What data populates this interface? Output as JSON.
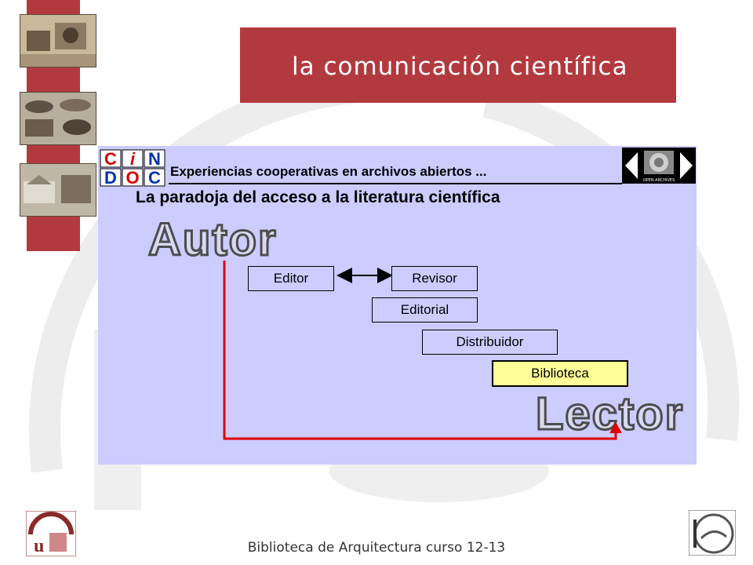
{
  "title": "la comunicación científica",
  "slide": {
    "header": "Experiencias cooperativas en archivos abiertos ...",
    "heading": "La paradoja del acceso a  la literatura científica",
    "logo_letters": [
      "C",
      "i",
      "N",
      "D",
      "O",
      "C"
    ],
    "open_archives_label": "OPEN ARCHIVES",
    "autor": "Autor",
    "lector": "Lector",
    "boxes": {
      "editor": "Editor",
      "revisor": "Revisor",
      "editorial": "Editorial",
      "distribuidor": "Distribuidor",
      "biblioteca": "Biblioteca"
    }
  },
  "footer": {
    "text": "Biblioteca de Arquitectura curso 12-13"
  },
  "colors": {
    "accent_red": "#b23a3e",
    "slide_bg": "#ccccff",
    "highlight": "#ffff99",
    "arrow_red": "#e00000"
  },
  "icons": [
    "architecture-photo",
    "universidad-sevilla-logo",
    "biblioteca-logo",
    "cindoc-logo",
    "open-archives-logo"
  ]
}
